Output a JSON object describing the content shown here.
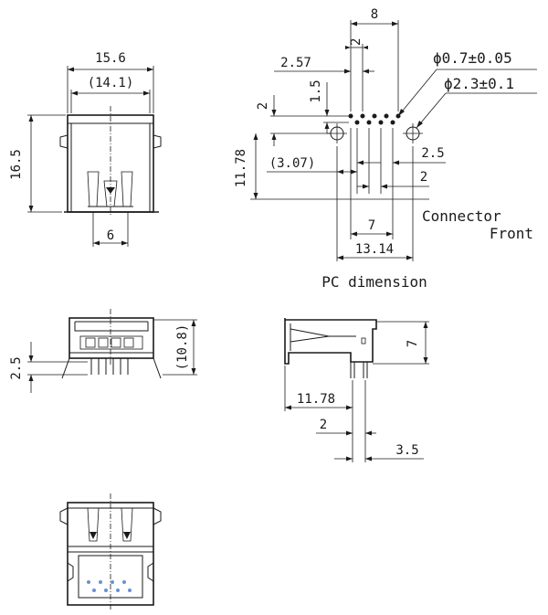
{
  "colors": {
    "ink": "#1a1a1a",
    "background": "#ffffff",
    "pin_highlight": "#6a8fd8"
  },
  "top_view": {
    "width": "15.6",
    "inner_width": "(14.1)",
    "height": "16.5",
    "pitch": "6"
  },
  "pc_dimension": {
    "span_8": "8",
    "pin_pitch_2": "2",
    "offset_2_57": "2.57",
    "offset_1_5": "1.5",
    "left_2": "2",
    "height_11_78": "11.78",
    "offset_3_07": "(3.07)",
    "hole_small": "ϕ0.7±0.05",
    "hole_large": "ϕ2.3±0.1",
    "right_2_5": "2.5",
    "right_2": "2",
    "span_7": "7",
    "span_13_14": "13.14",
    "connector_front_line1": "Connector",
    "connector_front_line2": "Front",
    "caption": "PC dimension"
  },
  "front_view": {
    "pin_offset": "2.5",
    "height": "(10.8)"
  },
  "side_view": {
    "height": "7",
    "length": "11.78",
    "pin_gap": "2",
    "pin_spacing": "3.5"
  },
  "bottom_view": {}
}
